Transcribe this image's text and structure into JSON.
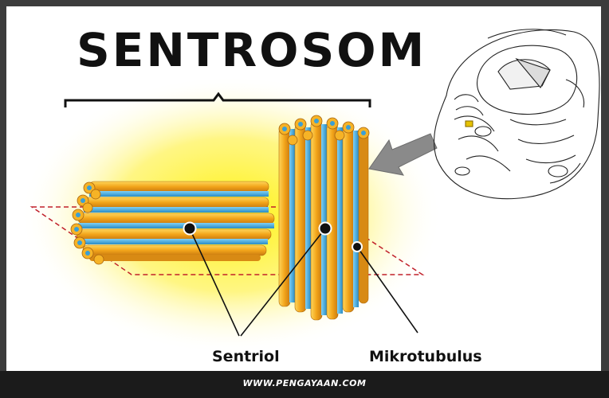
{
  "diagram": {
    "title": "SENTROSOM",
    "labels": {
      "centriole": "Sentriol",
      "microtubule": "Mikrotubulus"
    },
    "website": "WWW.PENGAYAAN.COM",
    "colors": {
      "tube_orange": "#f0a81a",
      "tube_blue": "#3aa4d8",
      "glow_yellow": "#fff200",
      "plane_dash": "#c0202a",
      "arrow_gray": "#8a8a8a"
    }
  }
}
